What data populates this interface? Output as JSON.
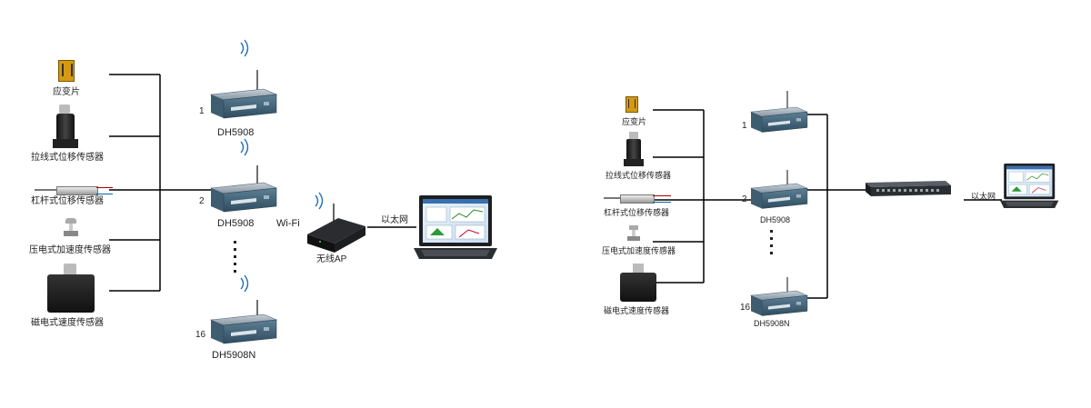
{
  "left": {
    "sensors": [
      "应变片",
      "拉线式位移传感器",
      "杠杆式位移传感器",
      "压电式加速度传感器",
      "磁电式速度传感器"
    ],
    "devices": [
      {
        "number": "1",
        "model": "DH5908"
      },
      {
        "number": "2",
        "model": "DH5908"
      },
      {
        "number": "16",
        "model": "DH5908N"
      }
    ],
    "link_wifi": "Wi-Fi",
    "ap_label": "无线AP",
    "link_ethernet": "以太网"
  },
  "right": {
    "sensors": [
      "应变片",
      "拉线式位移传感器",
      "杠杆式位移传感器",
      "压电式加速度传感器",
      "磁电式速度传感器"
    ],
    "devices": [
      {
        "number": "1",
        "model": ""
      },
      {
        "number": "2",
        "model": "DH5908"
      },
      {
        "number": "16",
        "model": "DH5908N"
      }
    ],
    "link_ethernet": "以太网"
  }
}
